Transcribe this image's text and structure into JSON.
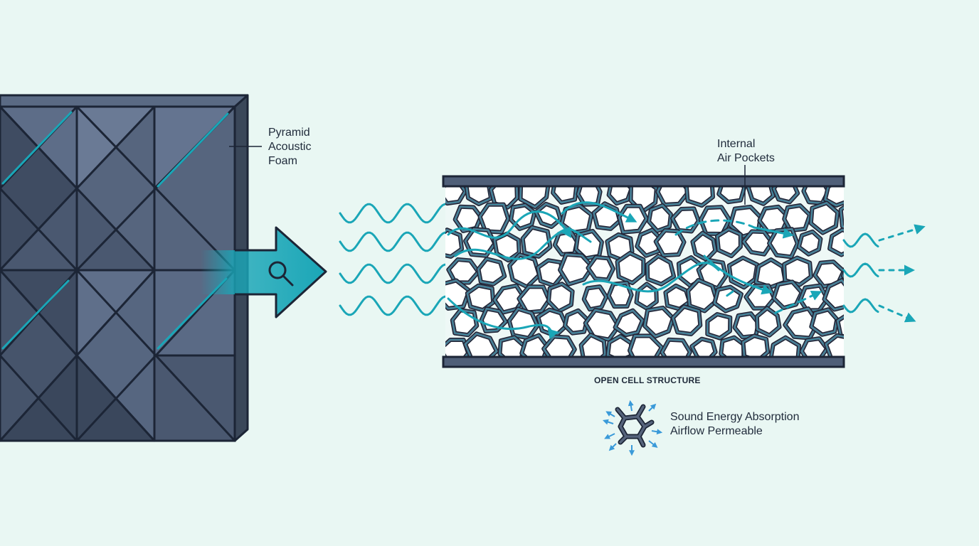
{
  "colors": {
    "background": "#e9f7f3",
    "foam_body": "#4f5f78",
    "foam_face_light": "#667690",
    "foam_face_dark": "#3e4b60",
    "outline": "#1c2536",
    "accent": "#1aa6b7",
    "cell_wall": "#56647c",
    "arrow_small": "#3a9ad9"
  },
  "icons": {
    "magnifier": "magnifier-icon",
    "cell_cluster": "cell-cluster-icon"
  },
  "labels": {
    "foam": [
      "Pyramid",
      "Acoustic",
      "Foam"
    ],
    "pockets": [
      "Internal",
      "Air Pockets"
    ],
    "structure": "OPEN CELL STRUCTURE",
    "legend": [
      "Sound Energy Absorption",
      "Airflow Permeable"
    ]
  }
}
